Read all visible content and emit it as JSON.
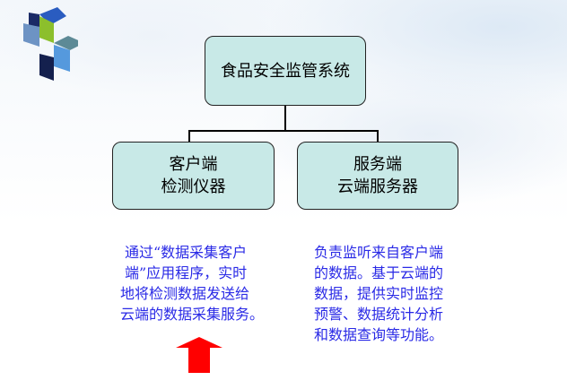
{
  "diagram": {
    "root": "食品安全监管系统",
    "children": [
      {
        "line1": "客户端",
        "line2": "检测仪器"
      },
      {
        "line1": "服务端",
        "line2": "云端服务器"
      }
    ]
  },
  "descriptions": {
    "left": [
      "通过“数据采集客户",
      "端”应用程序，实时",
      "地将检测数据发送给",
      "云端的数据采集服务。"
    ],
    "right": [
      "负责监听来自客户端",
      "的数据。基于云端的",
      "数据，提供实时监控",
      "预警、数据统计分析",
      "和数据查询等功能。"
    ]
  },
  "colors": {
    "box": "#c8e9e7",
    "text": "#2a2ae6",
    "arrow": "#ff0000"
  }
}
